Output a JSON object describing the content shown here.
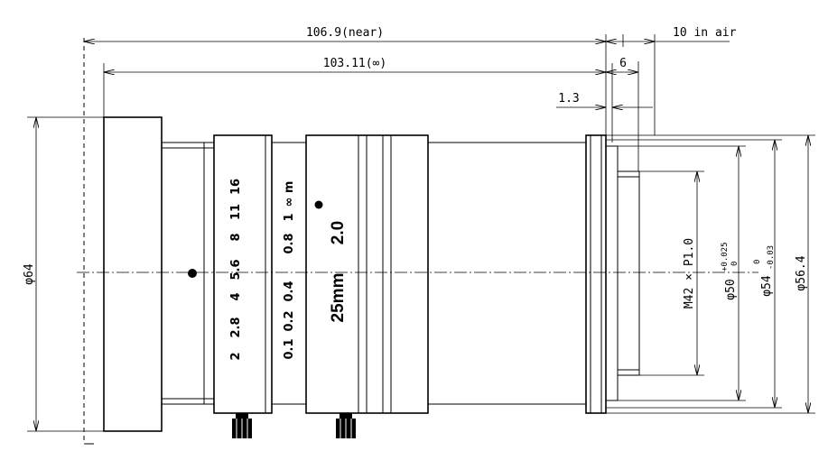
{
  "dimensions": {
    "overall_near": "106.9(near)",
    "overall_inf": "103.11(∞)",
    "air_gap": "10 in air",
    "flange_depth": "6",
    "flange_offset": "1.3",
    "front_dia": "φ64",
    "thread": "M42 × P1.0",
    "dia50_main": "φ50",
    "dia50_upper": "+0.025",
    "dia50_lower": "0",
    "dia54_main": "φ54",
    "dia54_upper": "0",
    "dia54_lower": "-0.03",
    "dia56": "φ56.4"
  },
  "aperture_scale": [
    "2",
    "2.8",
    "4",
    "5.6",
    "8",
    "11",
    "16"
  ],
  "focus_scale": [
    "0.1",
    "0.2",
    "0.4",
    "0.8",
    "1",
    "∞ m"
  ],
  "lens_focal": "25mm",
  "lens_fnumber": "2.0"
}
